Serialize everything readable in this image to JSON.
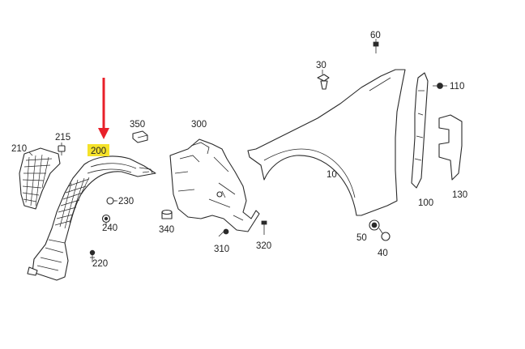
{
  "diagram": {
    "highlight_color": "#f5e22a",
    "arrow_color": "#e8202a",
    "highlighted_callout": "200",
    "callouts": {
      "p10": "10",
      "p30": "30",
      "p40": "40",
      "p50": "50",
      "p60": "60",
      "p100": "100",
      "p110": "110",
      "p130": "130",
      "p200": "200",
      "p210": "210",
      "p215": "215",
      "p220": "220",
      "p230": "230",
      "p240": "240",
      "p300": "300",
      "p310": "310",
      "p320": "320",
      "p340": "340",
      "p350": "350"
    }
  }
}
